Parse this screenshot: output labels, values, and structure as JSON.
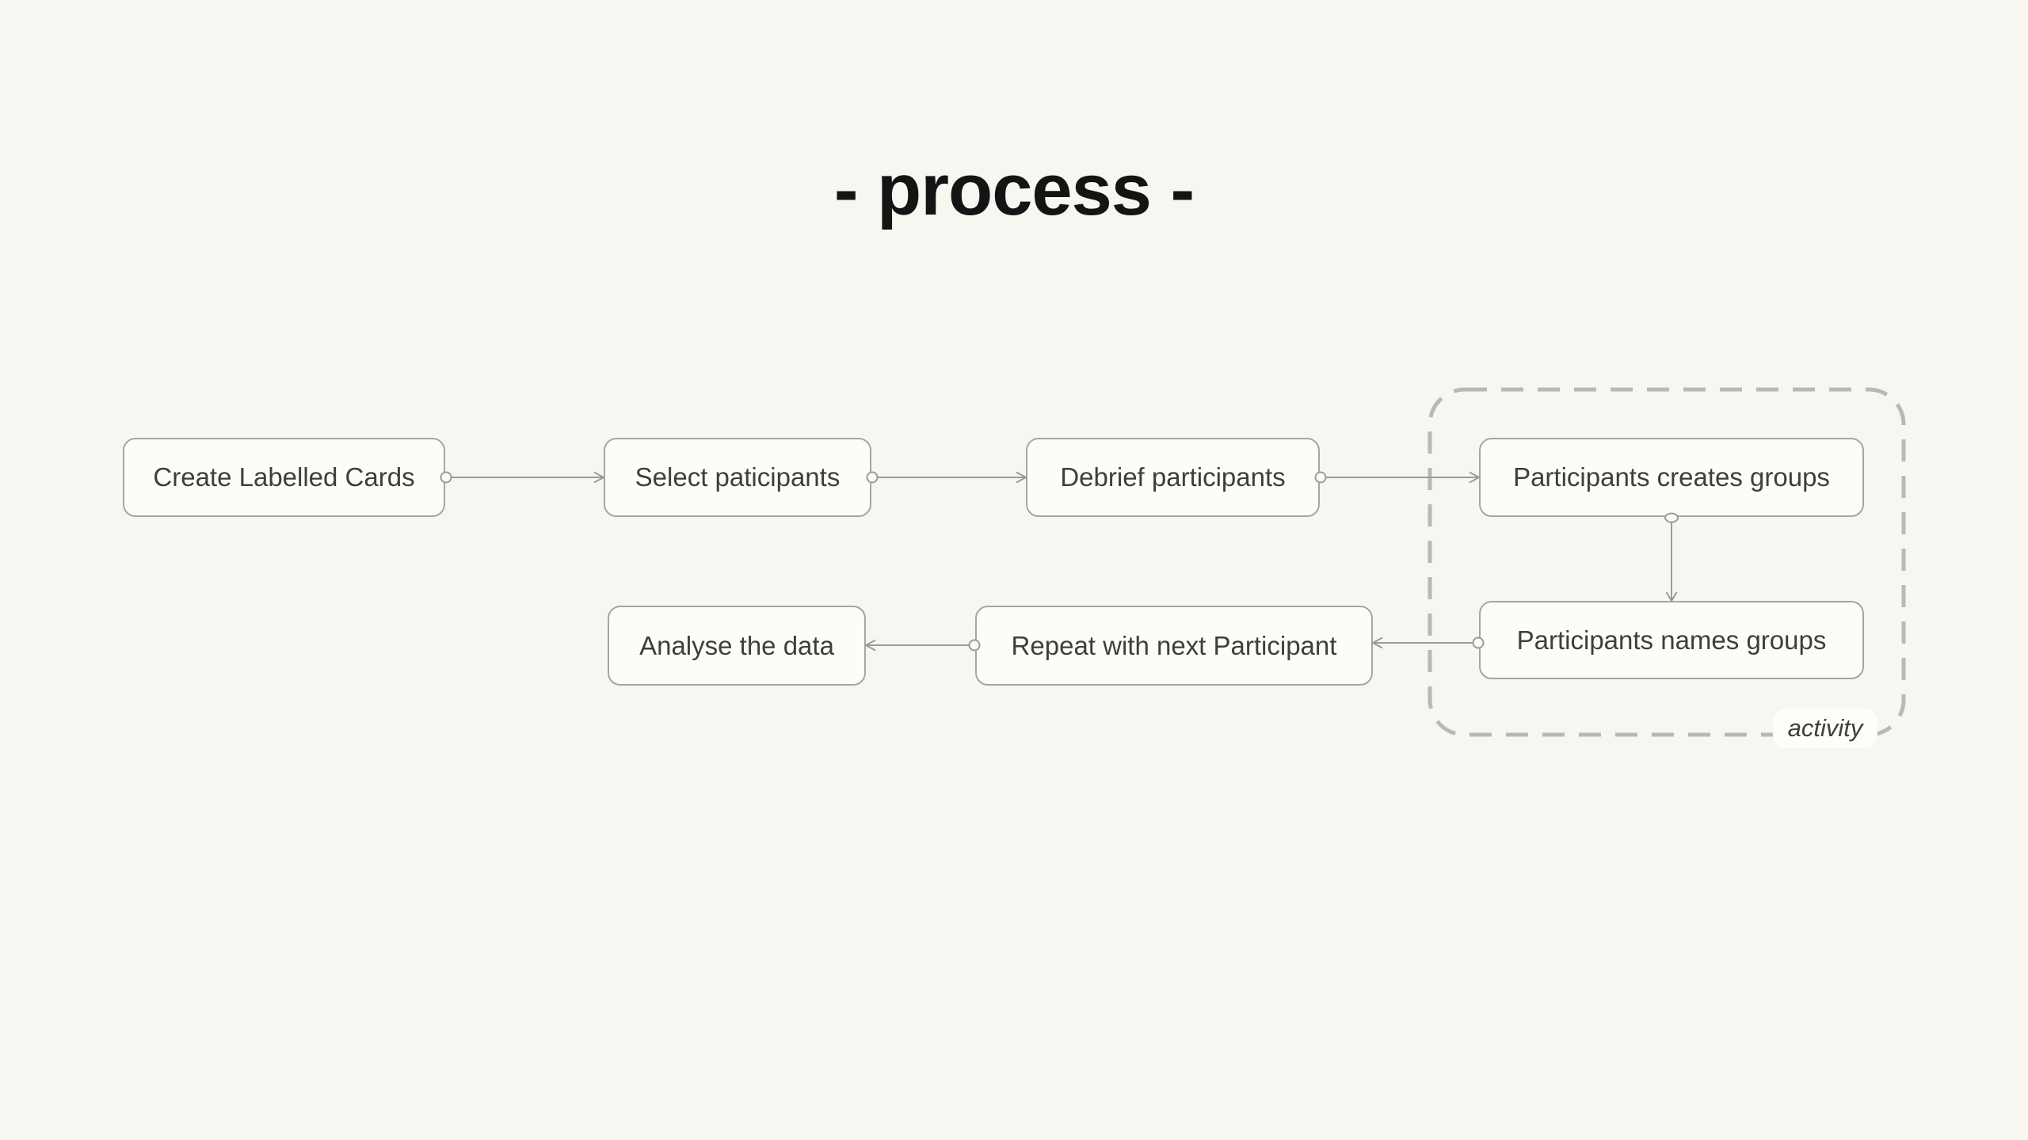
{
  "title": "- process -",
  "nodes": {
    "create_cards": {
      "label": "Create Labelled Cards"
    },
    "select_participants": {
      "label": "Select paticipants"
    },
    "debrief_participants": {
      "label": "Debrief participants"
    },
    "creates_groups": {
      "label": "Participants creates groups"
    },
    "names_groups": {
      "label": "Participants names groups"
    },
    "repeat_next": {
      "label": "Repeat with next Participant"
    },
    "analyse_data": {
      "label": "Analyse the data"
    }
  },
  "group": {
    "label": "activity"
  },
  "edges": [
    {
      "from": "create_cards",
      "to": "select_participants",
      "direction": "right"
    },
    {
      "from": "select_participants",
      "to": "debrief_participants",
      "direction": "right"
    },
    {
      "from": "debrief_participants",
      "to": "creates_groups",
      "direction": "right"
    },
    {
      "from": "creates_groups",
      "to": "names_groups",
      "direction": "down"
    },
    {
      "from": "names_groups",
      "to": "repeat_next",
      "direction": "left"
    },
    {
      "from": "repeat_next",
      "to": "analyse_data",
      "direction": "left"
    }
  ],
  "colors": {
    "background": "#F8F6F0",
    "node_fill": "#FDFCF8",
    "node_border": "#A6A6A1",
    "connector": "#9B9B96",
    "group_border": "#B9B9B3",
    "label_text": "#3E3E3C",
    "title_text": "#141414"
  }
}
